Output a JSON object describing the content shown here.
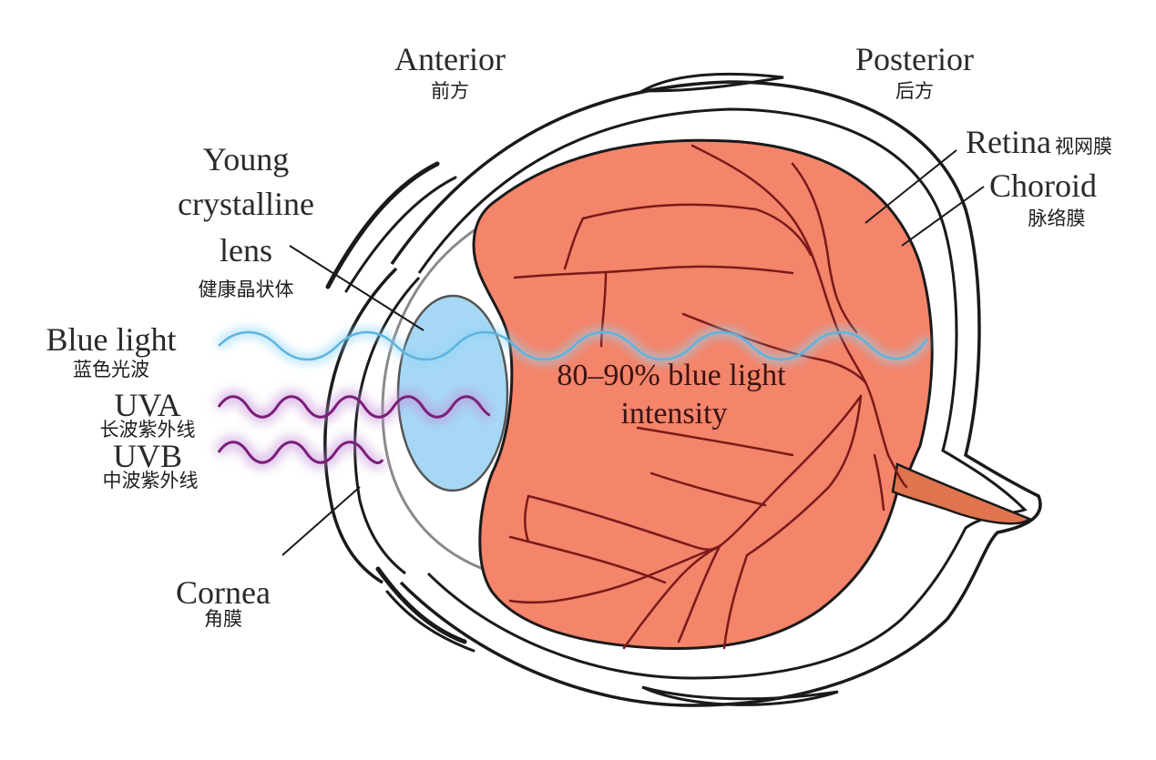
{
  "labels": {
    "anterior_en": "Anterior",
    "anterior_zh": "前方",
    "posterior_en": "Posterior",
    "posterior_zh": "后方",
    "retina_en": "Retina",
    "retina_zh": "视网膜",
    "choroid_en": "Choroid",
    "choroid_zh": "脉络膜",
    "lens_line1": "Young",
    "lens_line2": "crystalline",
    "lens_line3": "lens",
    "lens_zh": "健康晶状体",
    "blue_en": "Blue light",
    "blue_zh": "蓝色光波",
    "uva_en": "UVA",
    "uva_zh": "长波紫外线",
    "uvb_en": "UVB",
    "uvb_zh": "中波紫外线",
    "cornea_en": "Cornea",
    "cornea_zh": "角膜",
    "intensity_line1": "80–90% blue light",
    "intensity_line2": "intensity"
  },
  "colors": {
    "retina_fill": "#f4846a",
    "vessel": "#7a1a1a",
    "lens_fill": "#a6d8f5",
    "blue_wave": "#5cb4e0",
    "uv_wave": "#7b1f7a",
    "outline": "#1a1a1a"
  }
}
